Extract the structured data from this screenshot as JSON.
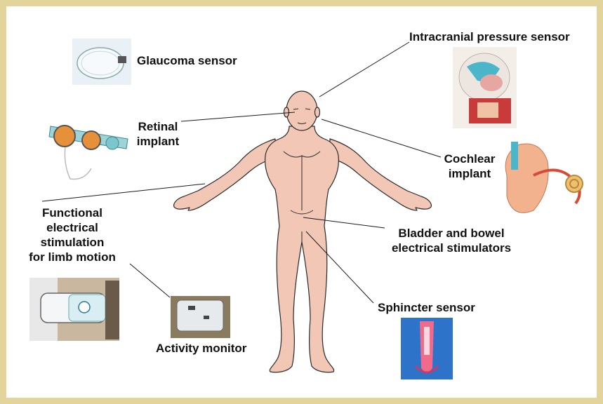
{
  "labels": {
    "glaucoma": "Glaucoma sensor",
    "retinal_line1": "Retinal",
    "retinal_line2": "implant",
    "fes_line1": "Functional",
    "fes_line2": "electrical",
    "fes_line3": "stimulation",
    "fes_line4": "for limb motion",
    "activity": "Activity monitor",
    "intracranial": "Intracranial pressure sensor",
    "cochlear_line1": "Cochlear",
    "cochlear_line2": "implant",
    "bladder_line1": "Bladder and bowel",
    "bladder_line2": "electrical stimulators",
    "sphincter": "Sphincter sensor"
  },
  "colors": {
    "frame": "#E3D49B",
    "skin": "#F2C7B6",
    "skin_outline": "#2a2a2a",
    "leader_line": "#1a1a1a"
  }
}
